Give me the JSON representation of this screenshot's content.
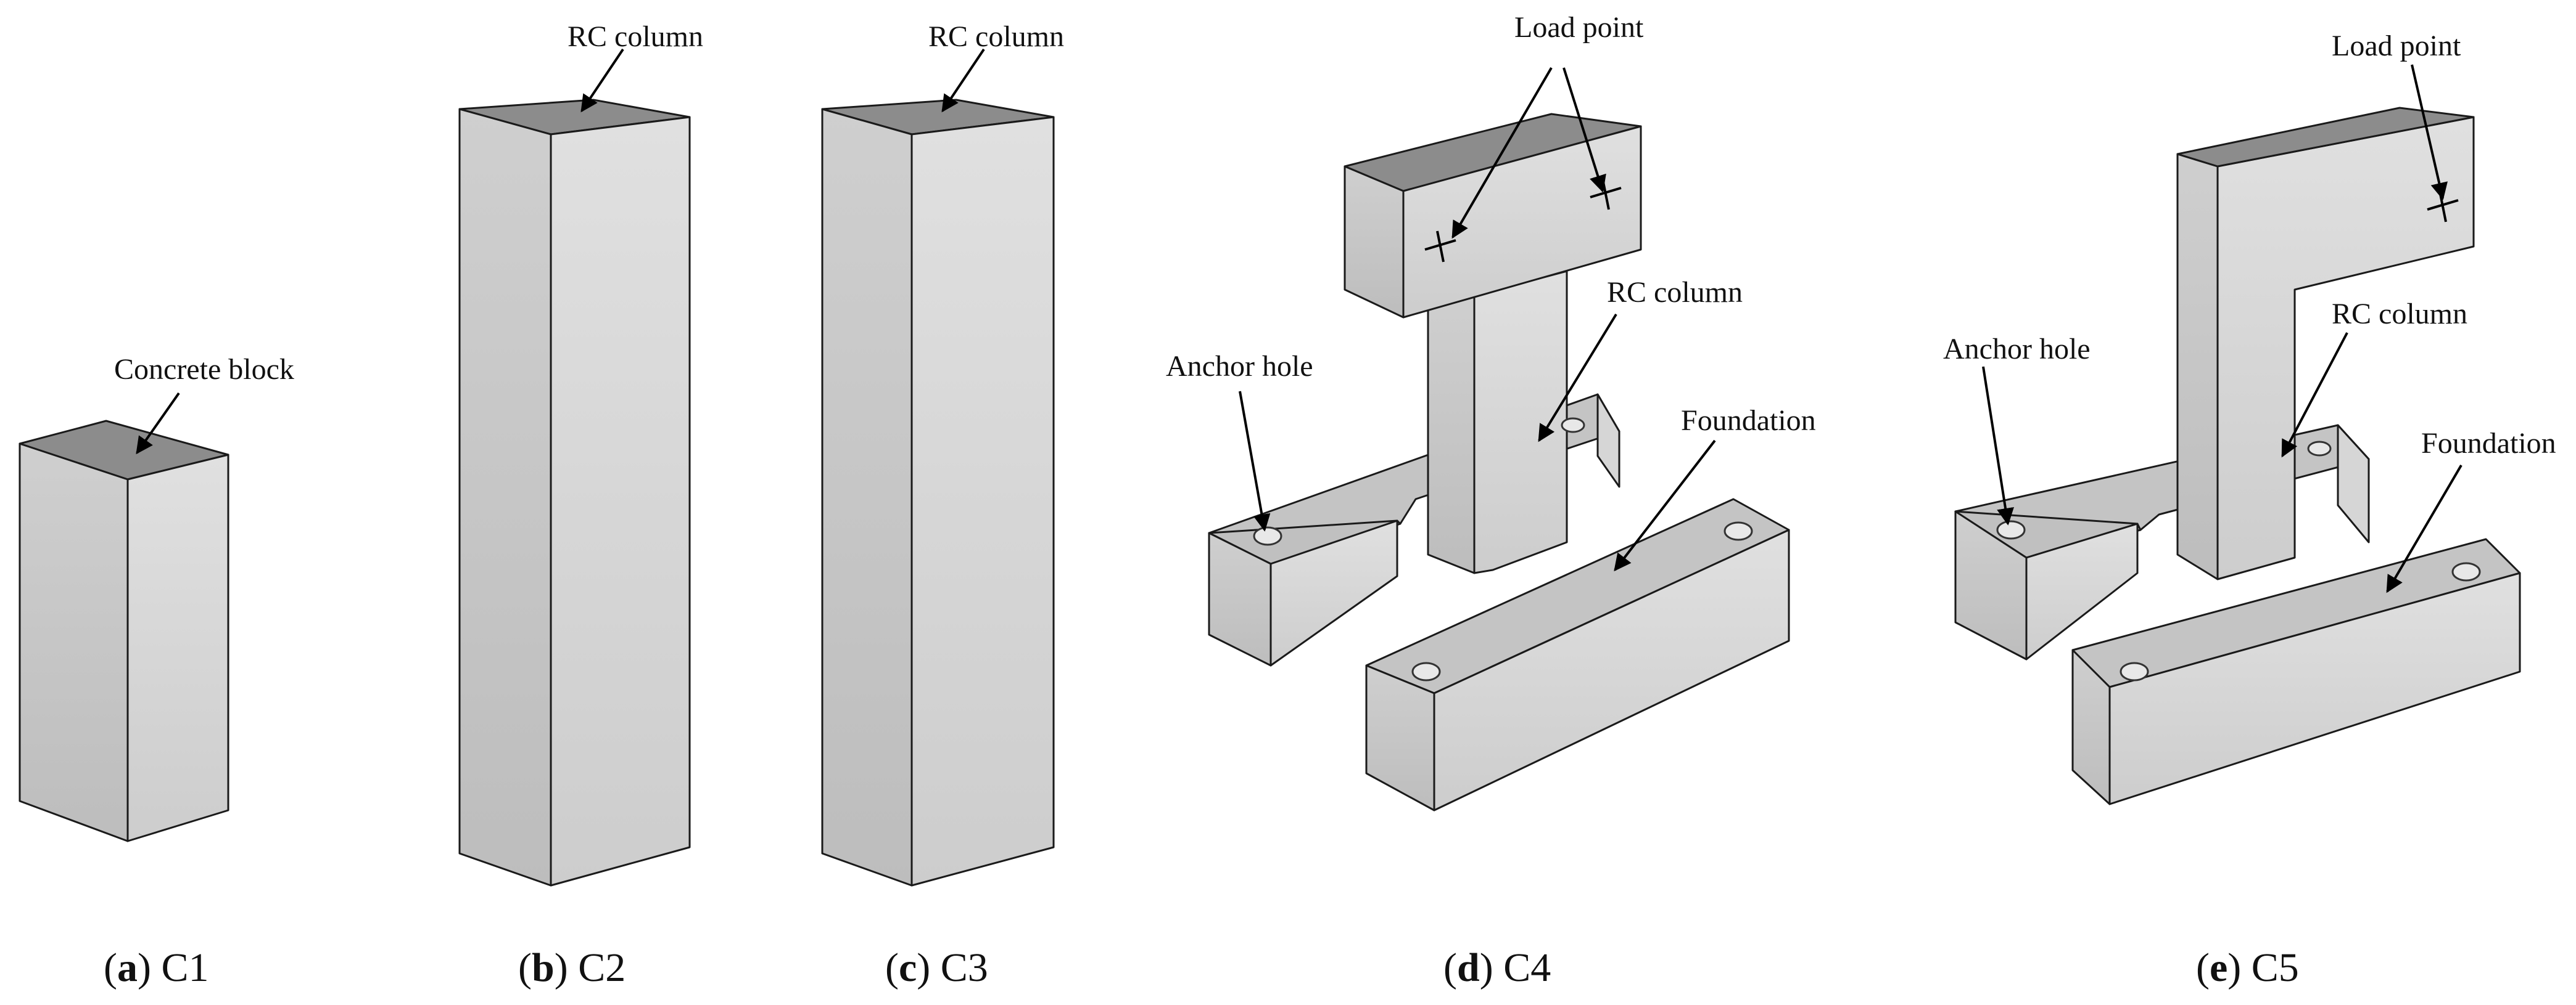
{
  "figure": {
    "panels": [
      {
        "letter": "a",
        "name": "C1"
      },
      {
        "letter": "b",
        "name": "C2"
      },
      {
        "letter": "c",
        "name": "C3"
      },
      {
        "letter": "d",
        "name": "C4"
      },
      {
        "letter": "e",
        "name": "C5"
      }
    ],
    "annotations": {
      "concrete_block": "Concrete block",
      "rc_column": "RC column",
      "load_point": "Load point",
      "anchor_hole": "Anchor hole",
      "foundation": "Foundation"
    },
    "colors": {
      "top_face": "#8a8a8a",
      "front_face": "#c8c8c8",
      "side_face": "#dadada",
      "edge": "#1a1a1a"
    }
  }
}
